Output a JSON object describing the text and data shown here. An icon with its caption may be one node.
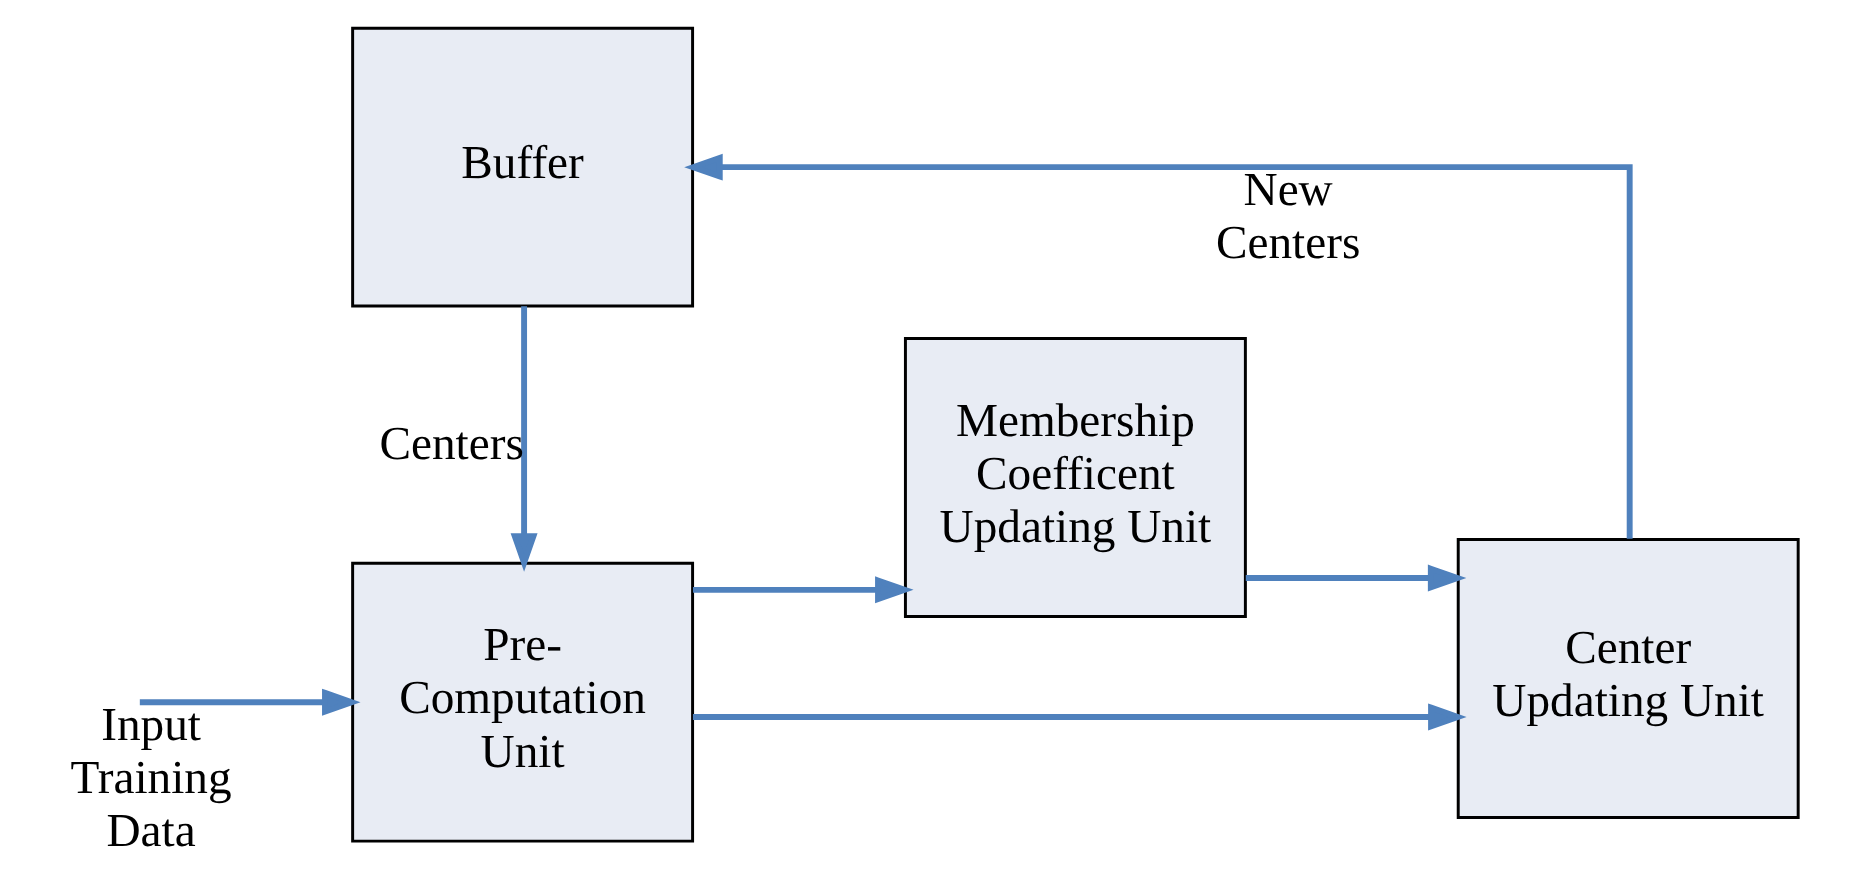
{
  "diagram": {
    "nodes": [
      {
        "text": [
          "Pre- Computation Unit"
        ]
      },
      {
        "text": [
          "Membership Coefficent Updating Unit"
        ]
      },
      {
        "text": [
          "Center Updating Unit"
        ]
      },
      {
        "text": [
          "Buffer"
        ]
      }
    ],
    "edges": [
      {
        "from": null,
        "to": 0,
        "arrow": "to",
        "label": "Input Training Data"
      },
      {
        "from": 0,
        "to": 1,
        "arrow": "to"
      },
      {
        "from": 1,
        "to": 2,
        "arrow": "to"
      },
      {
        "from": 0,
        "to": 2,
        "arrow": "to"
      },
      {
        "from": 2,
        "to": 3,
        "arrow": "to",
        "label": "New Centers"
      },
      {
        "from": 3,
        "to": 0,
        "arrow": "to",
        "label": "Centers"
      }
    ]
  }
}
